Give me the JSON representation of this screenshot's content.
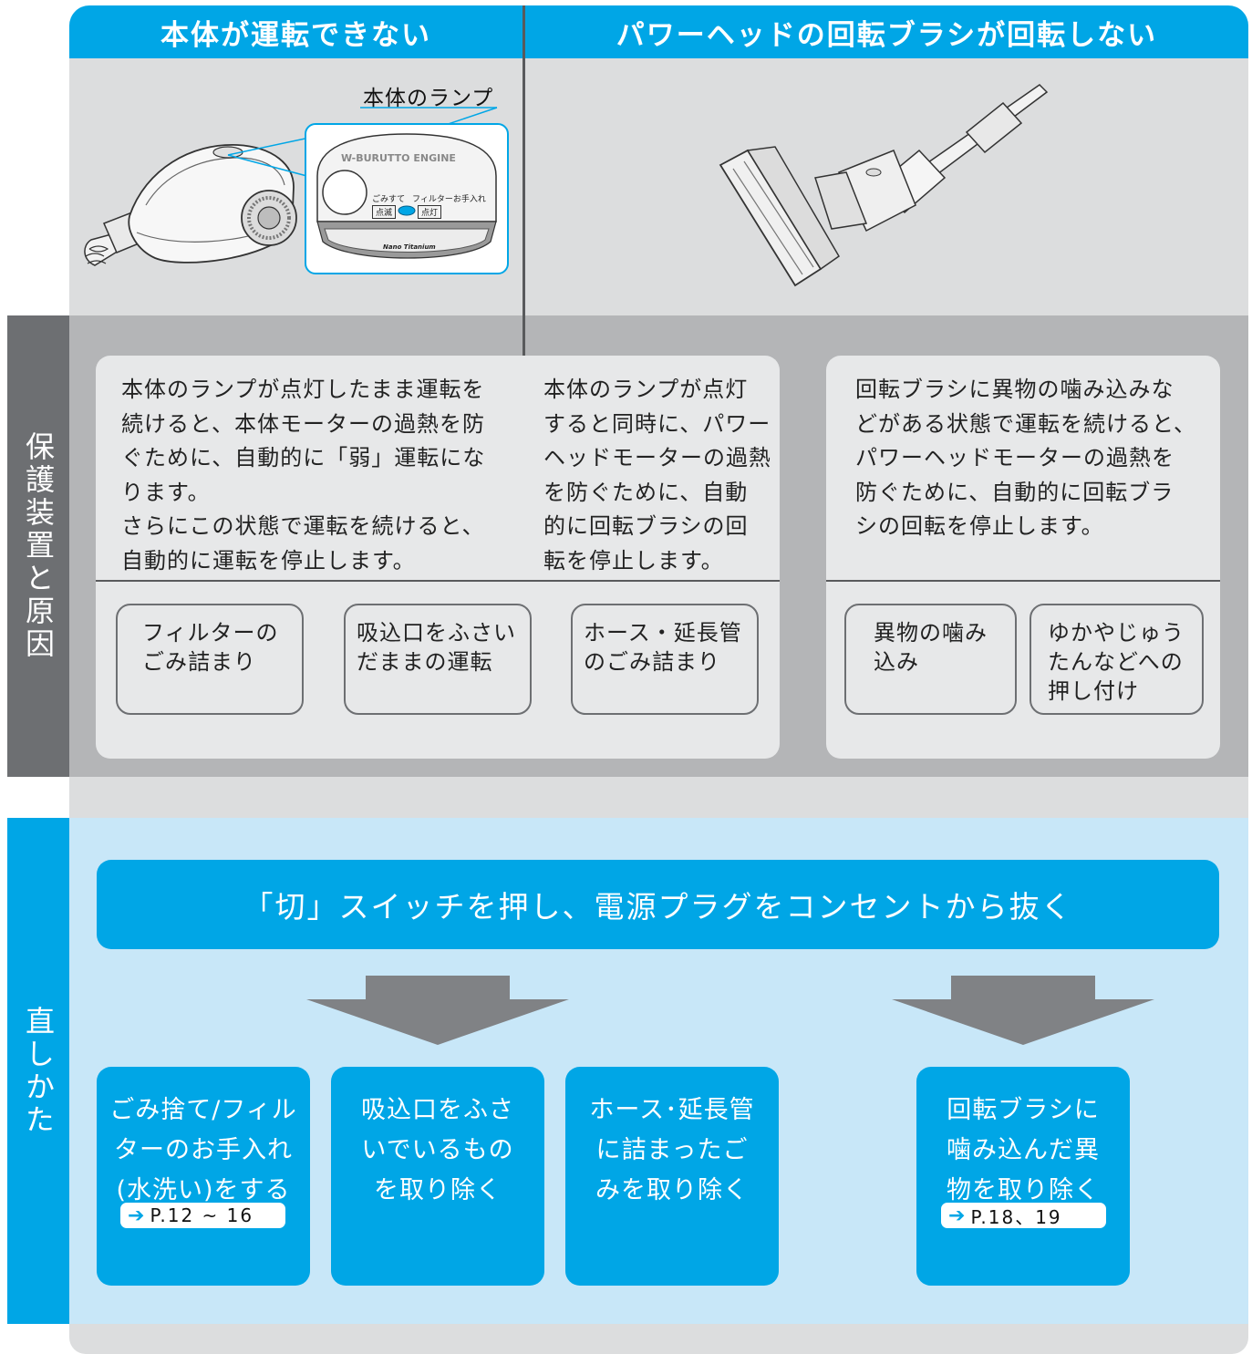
{
  "header": {
    "left_title": "本体が運転できない",
    "right_title": "パワーヘッドの回転ブラシが回転しない"
  },
  "illustration": {
    "lamp_callout": "本体のランプ",
    "panel_brand": "W-BURUTTO ENGINE",
    "panel_gomi": "ごみすて",
    "panel_filter": "フィルターお手入れ",
    "panel_blink": "点滅",
    "panel_light": "点灯",
    "panel_logo": "Nano Titanium",
    "lamp_color": "#00a6e6"
  },
  "cause": {
    "side_label": "保護装置と原因",
    "text_left": "本体のランプが点灯したまま運転を\n続けると、本体モーターの過熱を防\nぐために、自動的に「弱」運転にな\nります。\nさらにこの状態で運転を続けると、\n自動的に運転を停止します。",
    "text_mid": "本体のランプが点灯\nすると同時に、パワー\nヘッドモーターの過熱\nを防ぐために、自動\n的に回転ブラシの回\n転を停止します。",
    "text_right": "回転ブラシに異物の噛み込みな\nどがある状態で運転を続けると、\nパワーヘッドモーターの過熱を\n防ぐために、自動的に回転ブラ\nシの回転を停止します。",
    "boxes": [
      "フィルターの\nごみ詰まり",
      "吸込口をふさい\nだままの運転",
      "ホース・延長管\nのごみ詰まり",
      "異物の噛み\n込み",
      "ゆかやじゅう\nたんなどへの\n押し付け"
    ]
  },
  "fix": {
    "side_label": "直しかた",
    "banner": "「切」スイッチを押し、電源プラグをコンセントから抜く",
    "boxes": [
      "ごみ捨て/フィル\nターのお手入れ\n(水洗い)をする",
      "吸込口をふさ\nいでいるもの\nを取り除く",
      "ホース･延長管\nに詰まったご\nみを取り除く",
      "回転ブラシに\n噛み込んだ異\n物を取り除く"
    ],
    "ref_1": "P.12 ~ 16",
    "ref_2": "P.18、19",
    "arrow_color": "#808285"
  }
}
